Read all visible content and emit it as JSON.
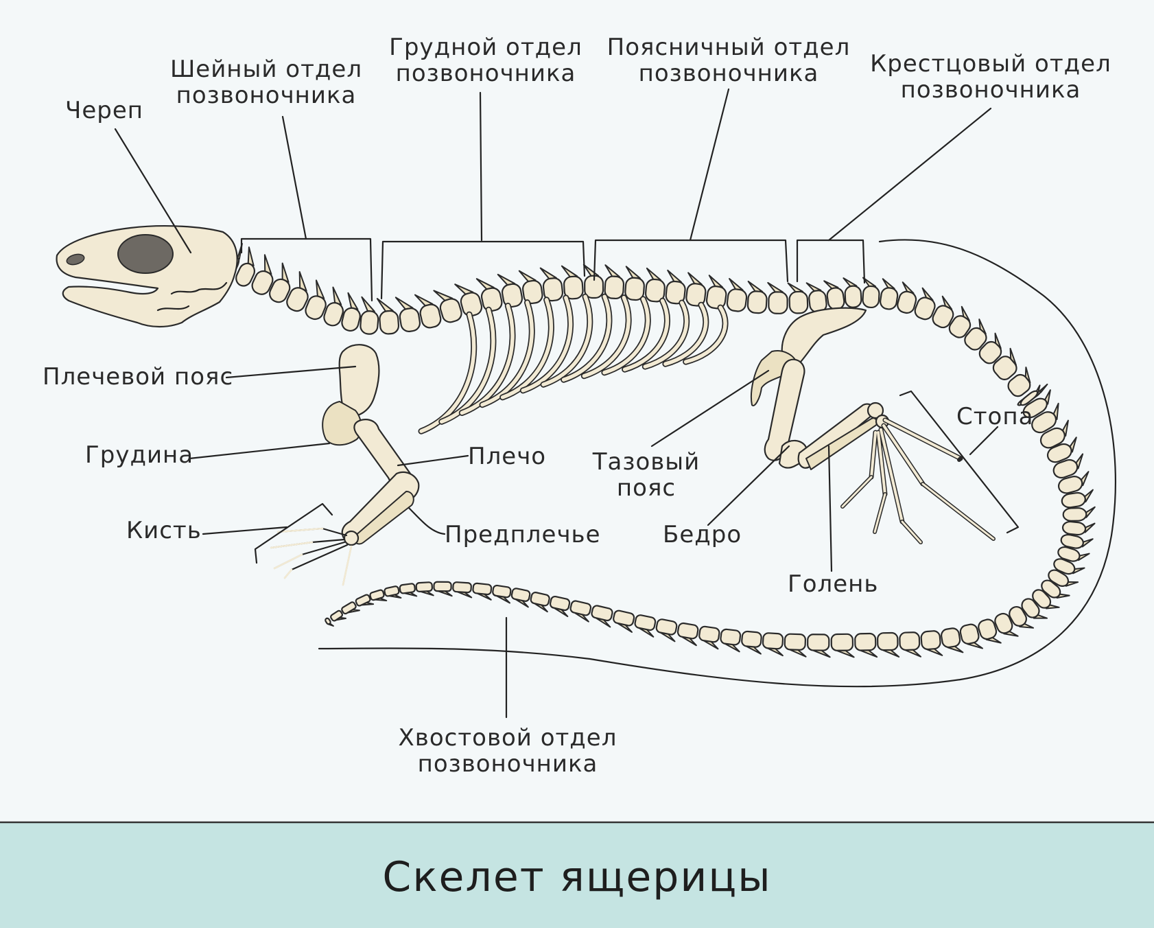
{
  "title": "Скелет ящерицы",
  "labels": {
    "skull": "Череп",
    "cervical_1": "Шейный отдел",
    "cervical_2": "позвоночника",
    "thoracic_1": "Грудной отдел",
    "thoracic_2": "позвоночника",
    "lumbar_1": "Поясничный отдел",
    "lumbar_2": "позвоночника",
    "sacral_1": "Крестцовый отдел",
    "sacral_2": "позвоночника",
    "shoulder_girdle": "Плечевой пояс",
    "sternum": "Грудина",
    "humerus": "Плечо",
    "hand": "Кисть",
    "forearm": "Предплечье",
    "pelvic_girdle_1": "Тазовый",
    "pelvic_girdle_2": "пояс",
    "thigh": "Бедро",
    "shin": "Голень",
    "foot": "Стопа",
    "tail_1": "Хвостовой отдел",
    "tail_2": "позвоночника"
  },
  "colors": {
    "background": "#f4f8f9",
    "bone": "#f2ead4",
    "footer": "#c5e4e2",
    "ink": "#222222"
  }
}
